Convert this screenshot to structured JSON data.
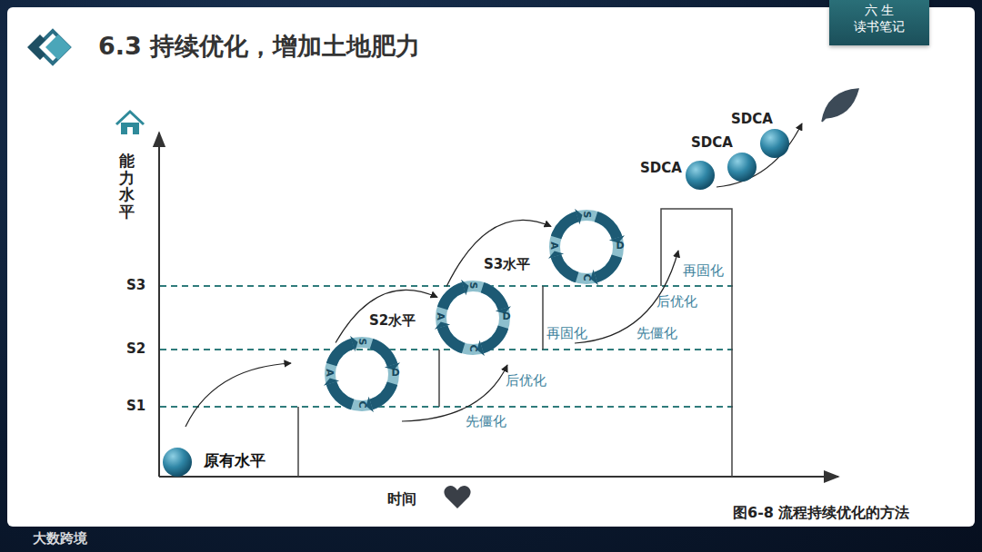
{
  "diagram": {
    "title": "6.3 持续优化，增加土地肥力",
    "caption": "图6-8 流程持续优化的方法",
    "nodes": [
      {
        "text": [
          "六 生",
          "读书笔记"
        ]
      },
      {
        "text": [
          "S",
          "D",
          "C",
          "A"
        ]
      },
      {
        "text": [
          "S",
          "D",
          "C",
          "A"
        ]
      },
      {
        "text": [
          "S",
          "D",
          "C",
          "A"
        ]
      }
    ],
    "edges": [
      {
        "from": 1,
        "to": 2,
        "arrow": "to"
      },
      {
        "from": 2,
        "to": 3,
        "arrow": "to"
      }
    ],
    "labels": [
      "能力水平",
      "时间",
      "S3",
      "S2",
      "S1",
      "原有水平",
      "S2水平",
      "S3水平",
      "先僵化",
      "后优化",
      "再固化",
      "先僵化",
      "后优化",
      "再固化",
      "SDCA",
      "SDCA",
      "SDCA",
      "大数跨境"
    ]
  }
}
